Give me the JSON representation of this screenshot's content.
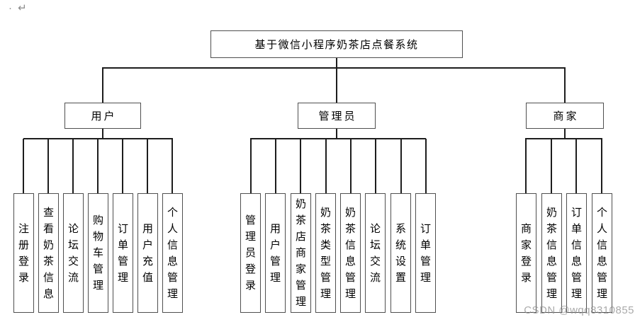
{
  "page": {
    "paragraph_mark": "· ↵",
    "watermark": "CSDN @wqq8310855",
    "colors": {
      "background": "#ffffff",
      "box_border": "#4f4f4f",
      "connector": "#1d1d1d",
      "text": "#000000",
      "watermark": "#8e8e8e"
    }
  },
  "tree": {
    "root_label": "基于微信小程序奶茶店点餐系统",
    "groups": [
      {
        "label": "用户",
        "children": [
          "注册登录",
          "查看奶茶信息",
          "论坛交流",
          "购物车管理",
          "订单管理",
          "用户充值",
          "个人信息管理"
        ]
      },
      {
        "label": "管理员",
        "children": [
          "管理员登录",
          "用户管理",
          "奶茶店商家管理",
          "奶茶类型管理",
          "奶茶信息管理",
          "论坛交流",
          "系统设置",
          "订单管理"
        ]
      },
      {
        "label": "商家",
        "children": [
          "商家登录",
          "奶茶信息管理",
          "订单信息管理",
          "个人信息管理"
        ]
      }
    ]
  }
}
